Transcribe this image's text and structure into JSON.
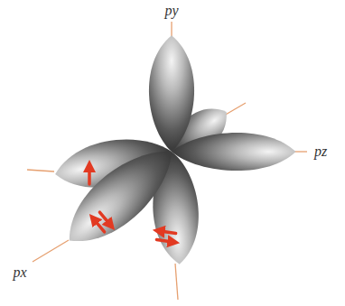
{
  "diagram": {
    "labels": [
      "py",
      "pz",
      "px"
    ]
  }
}
